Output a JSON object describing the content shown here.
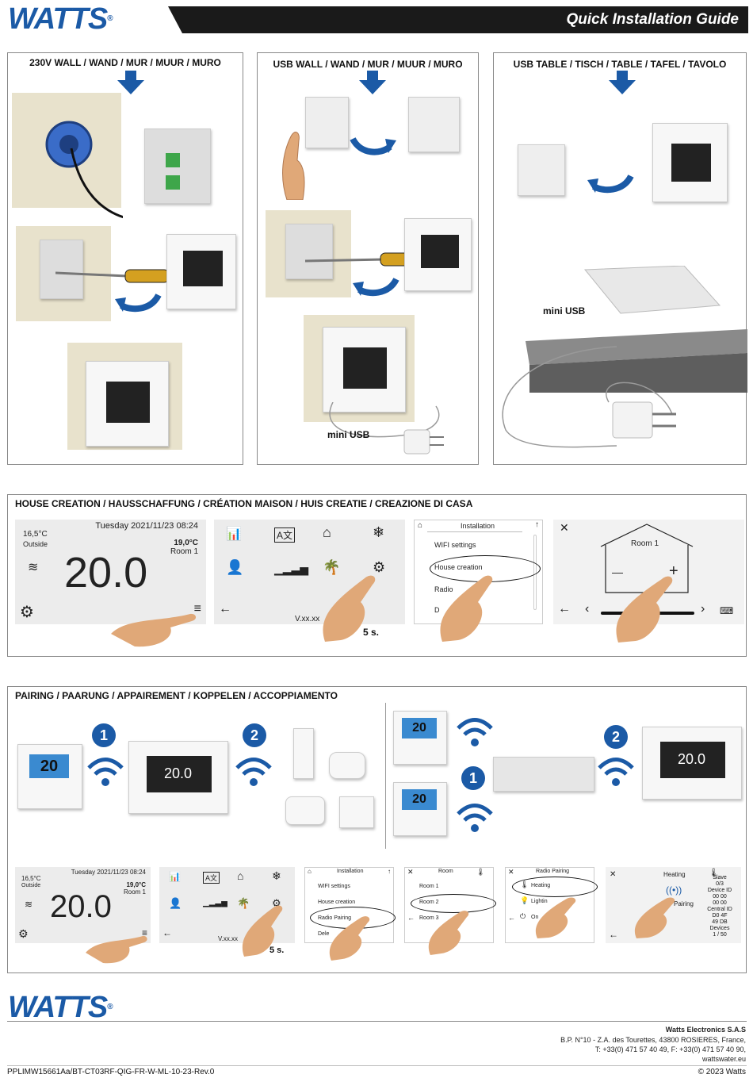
{
  "header": {
    "brand": "WATTS",
    "title": "Quick Installation Guide"
  },
  "mount_panels": [
    {
      "title": "230V WALL / WAND / MUR / MUUR / MURO"
    },
    {
      "title": "USB WALL / WAND / MUR / MUUR / MURO",
      "cable_label": "mini USB"
    },
    {
      "title": "USB TABLE / TISCH / TABLE / TAFEL / TAVOLO",
      "cable_label": "mini USB"
    }
  ],
  "house_creation": {
    "title": "HOUSE CREATION / HAUSSCHAFFUNG / CRÉATION MAISON / HUIS CREATIE / CREAZIONE DI CASA",
    "home_screen": {
      "outside_temp": "16,5°C",
      "outside_label": "Outside",
      "datetime": "Tuesday 2021/11/23  08:24",
      "room_temp": "19,0°C",
      "room_label": "Room 1",
      "setpoint": "20.0"
    },
    "menu_screen": {
      "version": "V.xx.xx",
      "hold_label": "5 s."
    },
    "install_menu": {
      "header": "Installation",
      "items": [
        "WIFI settings",
        "House creation",
        "Radio",
        "D"
      ]
    },
    "room_screen": {
      "room_name": "Room 1",
      "minus": "—",
      "plus": "+"
    }
  },
  "pairing": {
    "title": "PAIRING / PAARUNG / APPAIREMENT / KOPPELEN / ACCOPPIAMENTO",
    "steps": [
      "1",
      "2"
    ],
    "device_display": "20.0",
    "home_screen": {
      "outside_temp": "16,5°C",
      "outside_label": "Outside",
      "datetime": "Tuesday 2021/11/23  08:24",
      "room_temp": "19,0°C",
      "room_label": "Room 1",
      "setpoint": "20.0"
    },
    "menu_screen": {
      "version": "V.xx.xx",
      "hold_label": "5 s."
    },
    "install_menu": {
      "header": "Installation",
      "items": [
        "WIFI settings",
        "House creation",
        "Radio Pairing",
        "Dele"
      ]
    },
    "room_menu": {
      "header": "Room",
      "items": [
        "Room 1",
        "Room 2",
        "Room 3"
      ]
    },
    "radio_menu": {
      "header": "Radio Pairing",
      "items": [
        "Heating",
        "Lightin",
        "On"
      ]
    },
    "pairing_screen": {
      "header": "Heating",
      "status": "Pairing",
      "info": [
        "Slave",
        "0/3",
        "Device ID",
        "00 00",
        "00 00",
        "Central ID",
        "D0 4F",
        "49 DB",
        "Devices",
        "1 / 50"
      ]
    }
  },
  "footer": {
    "brand": "WATTS",
    "company": "Watts Electronics S.A.S",
    "address": "B.P. N°10 - Z.A. des Tourettes, 43800 ROSIERES, France,",
    "phone": "T: +33(0) 471 57 40 49, F: +33(0) 471 57 40 90,",
    "web": "wattswater.eu",
    "doc_ref": "PPLIMW15661Aa/BT-CT03RF-QIG-FR-W-ML-10-23-Rev.0",
    "copyright": "© 2023 Watts"
  },
  "colors": {
    "brand_blue": "#1b5aa6",
    "header_black": "#1a1a1a",
    "wall": "#e8e2cc",
    "skin": "#e0a878"
  }
}
